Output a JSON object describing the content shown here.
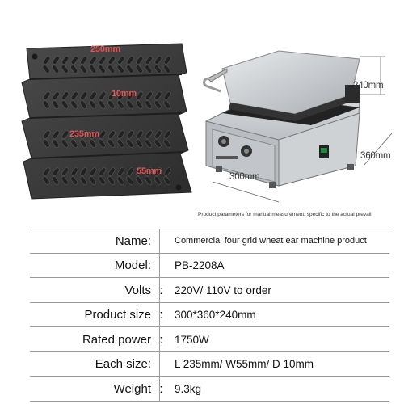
{
  "dimensions": {
    "plate_width": "250mm",
    "plate_depth": "10mm",
    "plate_length": "235mm",
    "plate_cell": "55mm",
    "machine_height": "240mm",
    "machine_depth": "360mm",
    "machine_width": "300mm"
  },
  "caption": "Product parameters for manual measurement, specific to the actual prevail",
  "specs": [
    {
      "label": "Name:",
      "colon": "",
      "value": "Commercial four grid wheat ear machine product"
    },
    {
      "label": "Model:",
      "colon": "",
      "value": "PB-2208A"
    },
    {
      "label": "Volts",
      "colon": ":",
      "value": "220V/ 110V to order"
    },
    {
      "label": "Product size",
      "colon": ":",
      "value": "300*360*240mm"
    },
    {
      "label": "Rated power",
      "colon": ":",
      "value": "1750W"
    },
    {
      "label": "Each size:",
      "colon": "",
      "value": "L 235mm/ W55mm/ D 10mm"
    },
    {
      "label": "Weight",
      "colon": ":",
      "value": "9.3kg"
    }
  ],
  "colors": {
    "dimension_red": "#e05555",
    "plate": "#3b3b3b",
    "steel": "#c9cdd2"
  }
}
